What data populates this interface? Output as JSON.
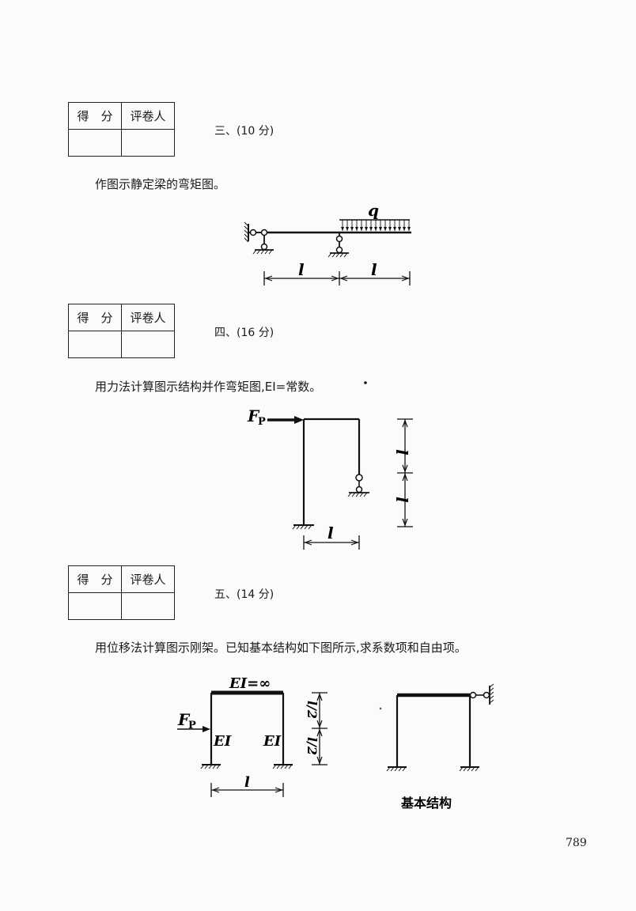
{
  "score_table": {
    "col1": "得　分",
    "col2": "评卷人"
  },
  "q3": {
    "heading": "三、(10 分)",
    "text": "作图示静定梁的弯矩图。",
    "load": "q",
    "span1": "l",
    "span2": "l"
  },
  "q4": {
    "heading": "四、(16 分)",
    "text": "用力法计算图示结构并作弯矩图,EI=常数。",
    "force": "F",
    "force_sub": "P",
    "height1": "l",
    "height2": "l",
    "width": "l"
  },
  "q5": {
    "heading": "五、(14 分)",
    "text": "用位移法计算图示刚架。已知基本结构如下图所示,求系数项和自由项。",
    "beam_label": "EI=∞",
    "force": "F",
    "force_sub": "P",
    "col_left": "EI",
    "col_right": "EI",
    "h_upper": "l/2",
    "h_lower": "l/2",
    "width": "l",
    "caption": "基本结构"
  },
  "page_number": "789"
}
